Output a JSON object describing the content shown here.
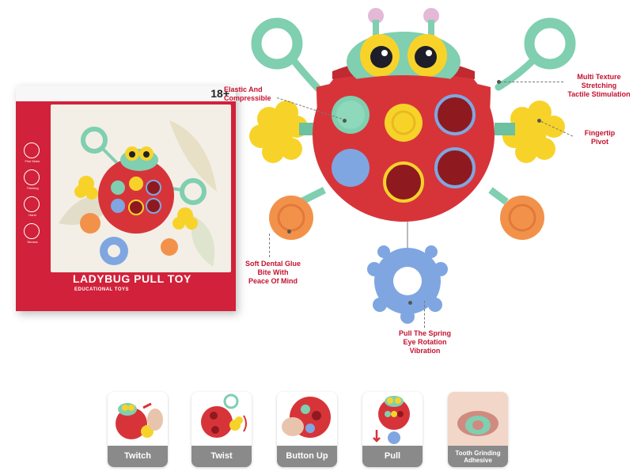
{
  "box": {
    "age": "18+",
    "title": "LADYBUG PULL TOY",
    "subtitle": "EDUCATIONAL TOYS",
    "side_icons": [
      {
        "label": "Fine Motor",
        "icon": "hand-fine-motor-icon"
      },
      {
        "label": "Thinking",
        "icon": "brain-icon"
      },
      {
        "label": "Hand",
        "icon": "hand-icon"
      },
      {
        "label": "Senses",
        "icon": "senses-icon"
      }
    ]
  },
  "callouts": {
    "elastic": "Elastic And\nCompressible",
    "texture": "Multi Texture\nStretching\nTactile Stimulation",
    "pivot": "Fingertip\nPivot",
    "dental": "Soft Dental Glue\nBite With\nPeace Of Mind",
    "spring": "Pull The Spring\nEye Rotation\nVibration"
  },
  "cards": [
    {
      "label": "Twitch"
    },
    {
      "label": "Twist"
    },
    {
      "label": "Button Up"
    },
    {
      "label": "Pull"
    },
    {
      "label": "Tooth Grinding\nAdhesive"
    }
  ],
  "colors": {
    "ladybug_red": "#d7343a",
    "mint": "#7fcfb0",
    "yellow": "#f7d32a",
    "orange": "#f2924a",
    "blue": "#7fa6e0",
    "callout_red": "#c4122f",
    "box_red": "#d2213a"
  }
}
